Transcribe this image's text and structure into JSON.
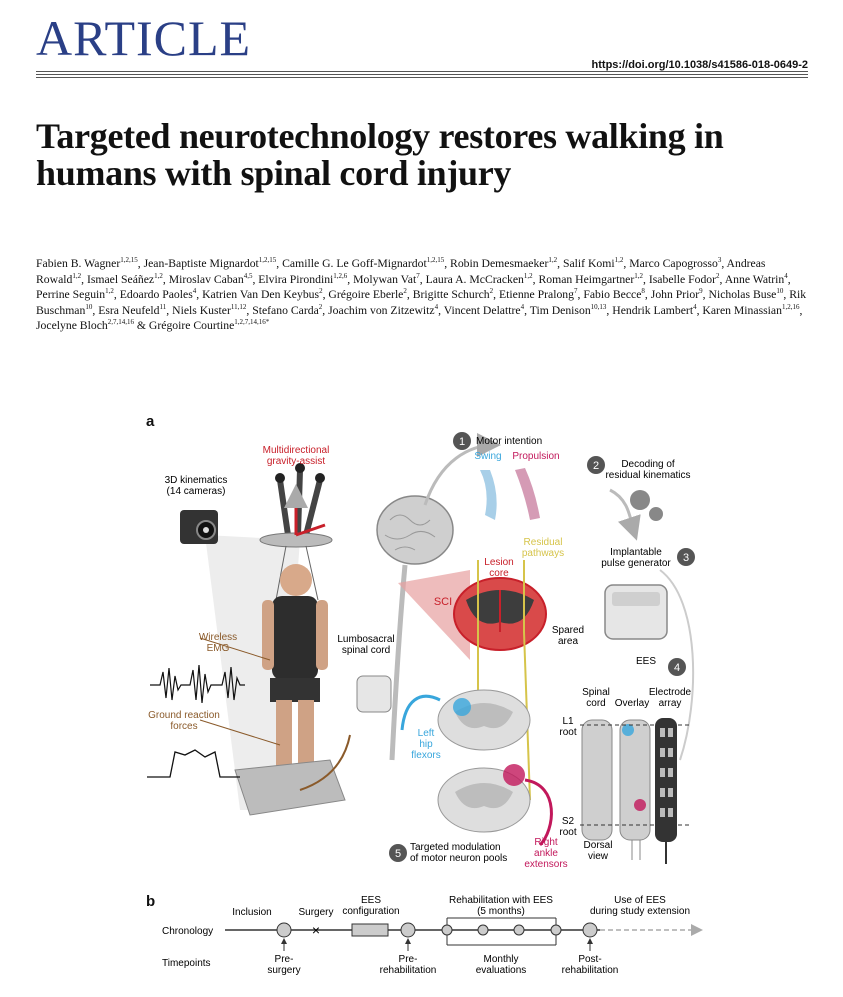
{
  "header": {
    "masthead": "ARTICLE",
    "doi": "https://doi.org/10.1038/s41586-018-0649-2"
  },
  "article": {
    "title": "Targeted neurotechnology restores walking in humans with spinal cord injury",
    "authors": [
      {
        "name": "Fabien B. Wagner",
        "sup": "1,2,15"
      },
      {
        "name": "Jean-Baptiste Mignardot",
        "sup": "1,2,15"
      },
      {
        "name": "Camille G. Le Goff-Mignardot",
        "sup": "1,2,15"
      },
      {
        "name": "Robin Demesmaeker",
        "sup": "1,2"
      },
      {
        "name": "Salif Komi",
        "sup": "1,2"
      },
      {
        "name": "Marco Capogrosso",
        "sup": "3"
      },
      {
        "name": "Andreas Rowald",
        "sup": "1,2"
      },
      {
        "name": "Ismael Seáñez",
        "sup": "1,2"
      },
      {
        "name": "Miroslav Caban",
        "sup": "4,5"
      },
      {
        "name": "Elvira Pirondini",
        "sup": "1,2,6"
      },
      {
        "name": "Molywan Vat",
        "sup": "7"
      },
      {
        "name": "Laura A. McCracken",
        "sup": "1,2"
      },
      {
        "name": "Roman Heimgartner",
        "sup": "1,2"
      },
      {
        "name": "Isabelle Fodor",
        "sup": "2"
      },
      {
        "name": "Anne Watrin",
        "sup": "4"
      },
      {
        "name": "Perrine Seguin",
        "sup": "1,2"
      },
      {
        "name": "Edoardo Paoles",
        "sup": "4"
      },
      {
        "name": "Katrien Van Den Keybus",
        "sup": "2"
      },
      {
        "name": "Grégoire Eberle",
        "sup": "2"
      },
      {
        "name": "Brigitte Schurch",
        "sup": "2"
      },
      {
        "name": "Etienne Pralong",
        "sup": "7"
      },
      {
        "name": "Fabio Becce",
        "sup": "8"
      },
      {
        "name": "John Prior",
        "sup": "9"
      },
      {
        "name": "Nicholas Buse",
        "sup": "10"
      },
      {
        "name": "Rik Buschman",
        "sup": "10"
      },
      {
        "name": "Esra Neufeld",
        "sup": "11"
      },
      {
        "name": "Niels Kuster",
        "sup": "11,12"
      },
      {
        "name": "Stefano Carda",
        "sup": "2"
      },
      {
        "name": "Joachim von Zitzewitz",
        "sup": "4"
      },
      {
        "name": "Vincent Delattre",
        "sup": "4"
      },
      {
        "name": "Tim Denison",
        "sup": "10,13"
      },
      {
        "name": "Hendrik Lambert",
        "sup": "4"
      },
      {
        "name": "Karen Minassian",
        "sup": "1,2,16"
      },
      {
        "name": "Jocelyne Bloch",
        "sup": "2,7,14,16"
      },
      {
        "name": "Grégoire Courtine",
        "sup": "1,2,7,14,16*"
      }
    ]
  },
  "figure": {
    "panel_a": "a",
    "panel_b": "b",
    "labels": {
      "gravity": [
        "Multidirectional",
        "gravity-assist"
      ],
      "kinematics": [
        "3D kinematics",
        "(14 cameras)"
      ],
      "emg": [
        "Wireless",
        "EMG"
      ],
      "forces": [
        "Ground reaction",
        "forces"
      ],
      "lumbosacral": [
        "Lumbosacral",
        "spinal cord"
      ],
      "motor_intention": "Motor intention",
      "swing": "Swing",
      "propulsion": "Propulsion",
      "decoding": [
        "Decoding of",
        "residual kinematics"
      ],
      "residual": [
        "Residual",
        "pathways"
      ],
      "lesion": [
        "Lesion",
        "core"
      ],
      "sci": "SCI",
      "spared": [
        "Spared",
        "area"
      ],
      "ipg": [
        "Implantable",
        "pulse generator"
      ],
      "ees": "EES",
      "spinal_cord": [
        "Spinal",
        "cord"
      ],
      "overlay": "Overlay",
      "electrode": [
        "Electrode",
        "array"
      ],
      "l1": [
        "L1",
        "root"
      ],
      "s2": [
        "S2",
        "root"
      ],
      "left_hip": [
        "Left",
        "hip",
        "flexors"
      ],
      "right_ankle": [
        "Right",
        "ankle",
        "extensors"
      ],
      "dorsal": [
        "Dorsal",
        "view"
      ],
      "targeted": [
        "Targeted modulation",
        "of motor neuron pools"
      ],
      "steps": [
        "1",
        "2",
        "3",
        "4",
        "5"
      ]
    },
    "timeline": {
      "row_chronology": "Chronology",
      "row_timepoints": "Timepoints",
      "inclusion": "Inclusion",
      "surgery": "Surgery",
      "ees_configuration": [
        "EES",
        "configuration"
      ],
      "rehab": [
        "Rehabilitation with EES",
        "(5 months)"
      ],
      "extension": [
        "Use of EES",
        "during study extension"
      ],
      "pre_surgery": [
        "Pre-",
        "surgery"
      ],
      "pre_rehab": [
        "Pre-",
        "rehabilitation"
      ],
      "monthly": [
        "Monthly",
        "evaluations"
      ],
      "post_rehab": [
        "Post-",
        "rehabilitation"
      ]
    },
    "colors": {
      "red": "#c8202a",
      "blue": "#38a6dc",
      "magenta": "#c2185b",
      "yellow": "#d6c44a",
      "grey": "#9a9a9a"
    }
  }
}
